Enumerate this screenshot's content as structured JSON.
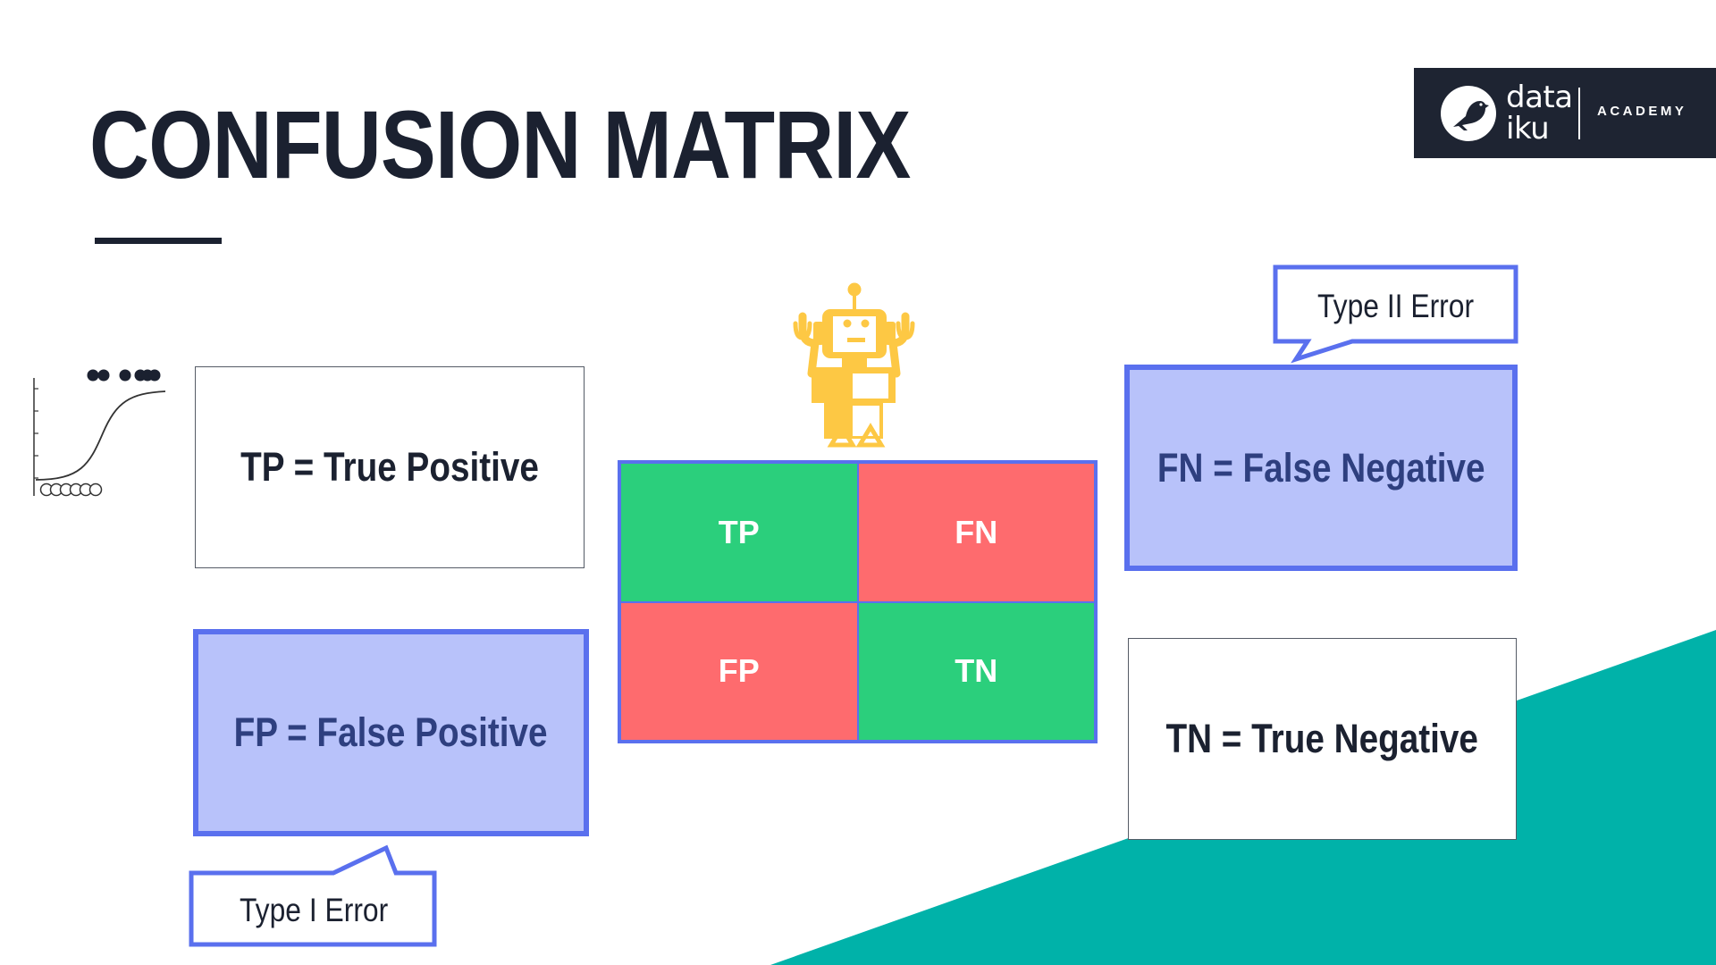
{
  "title": "CONFUSION MATRIX",
  "logo": {
    "word_line1": "data",
    "word_line2": "iku",
    "tagline": "ACADEMY"
  },
  "definitions": {
    "tp": "TP = True Positive",
    "fp": "FP = False Positive",
    "fn": "FN = False Negative",
    "tn": "TN = True Negative"
  },
  "callouts": {
    "type1": "Type I Error",
    "type2": "Type II Error"
  },
  "matrix": {
    "cells": [
      {
        "label": "TP",
        "color": "#2bcf7c"
      },
      {
        "label": "FN",
        "color": "#fe6b6e"
      },
      {
        "label": "FP",
        "color": "#fe6b6e"
      },
      {
        "label": "TN",
        "color": "#2bcf7c"
      }
    ]
  },
  "colors": {
    "title": "#1b2130",
    "highlight_fill": "#b8c2fa",
    "highlight_border": "#5a70ee",
    "teal": "#00b2a9",
    "robot": "#fdc844",
    "logo_bg": "#1e2432"
  },
  "icons": [
    "robot-icon",
    "sigmoid-curve-icon",
    "dataiku-bird-icon"
  ]
}
